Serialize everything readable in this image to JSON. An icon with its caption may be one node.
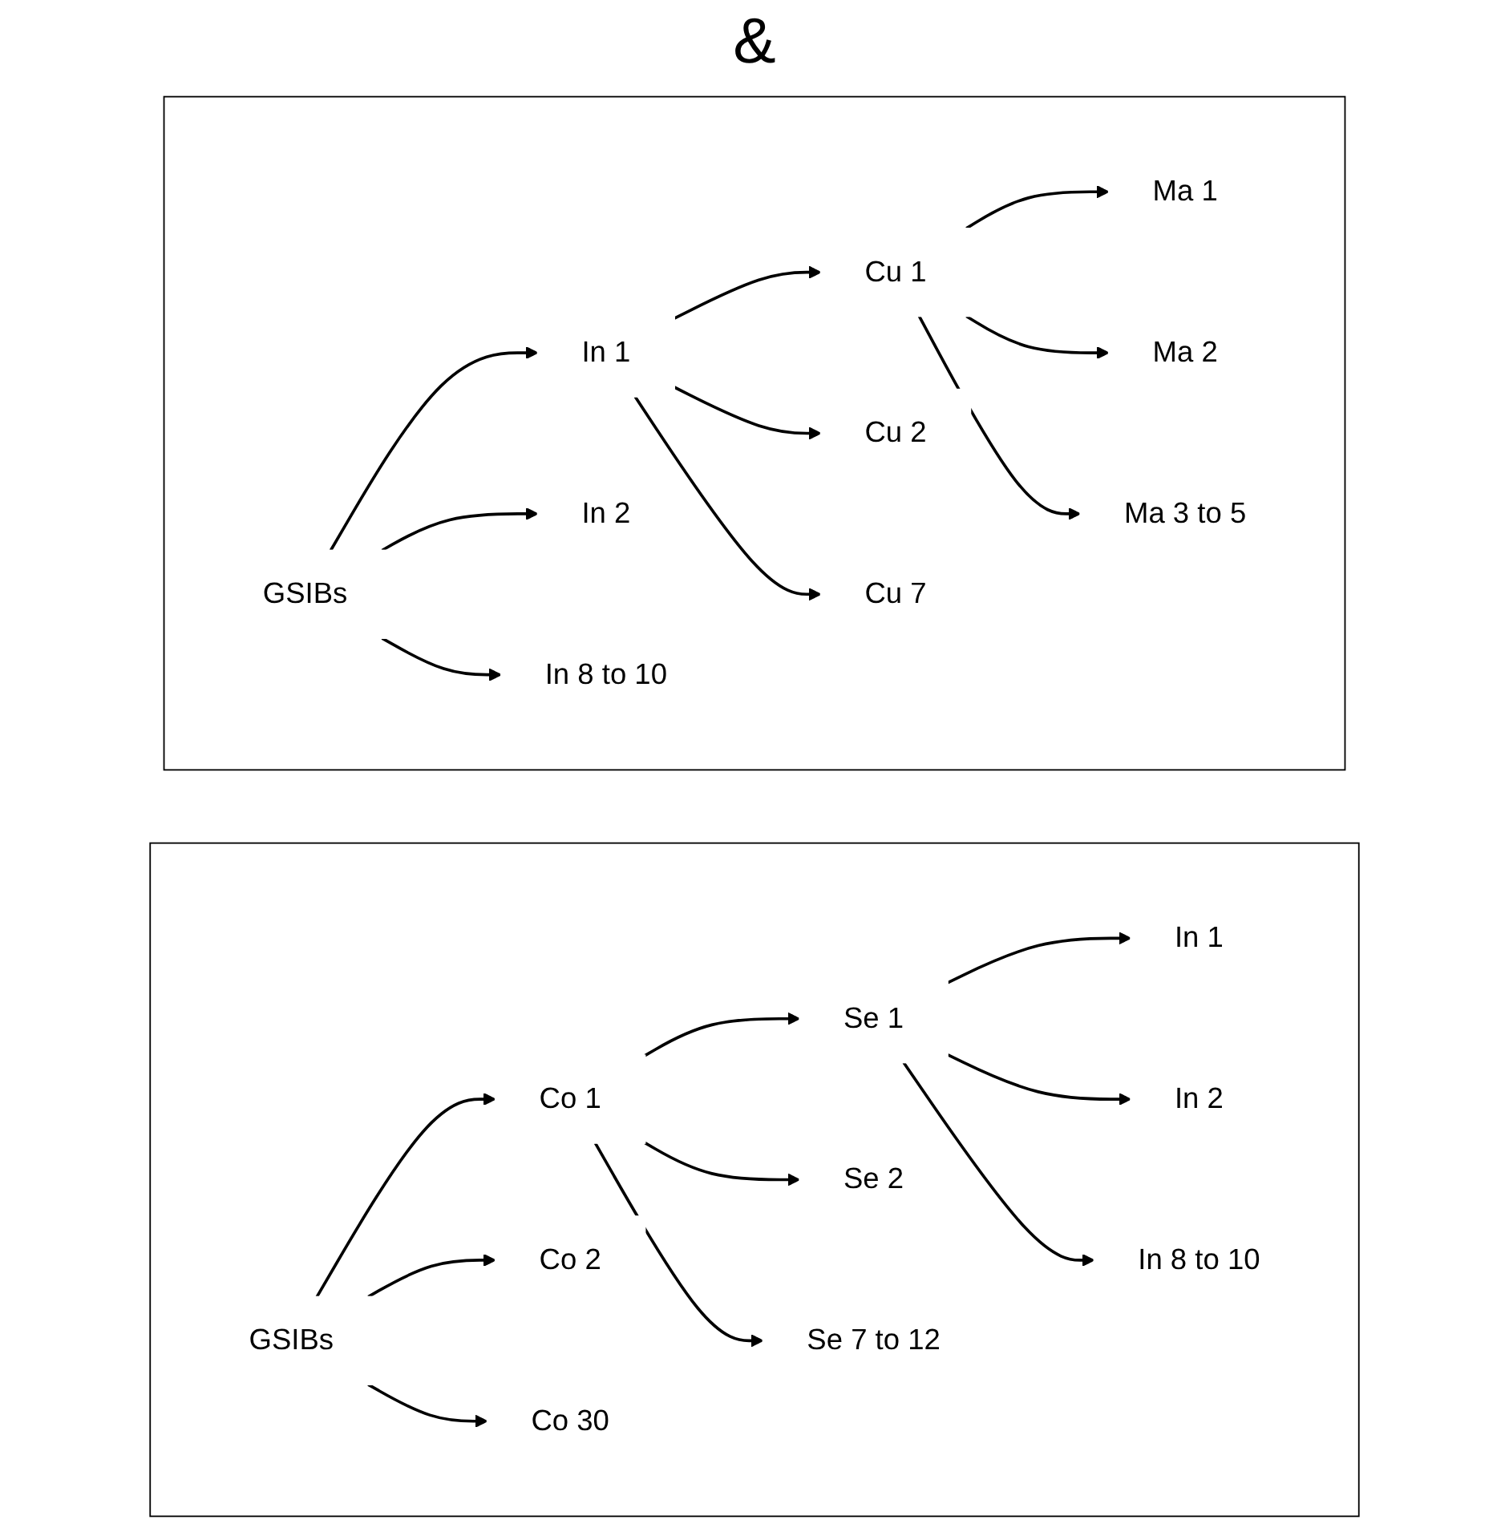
{
  "diagram": {
    "nodes": [
      {
        "text": [],
        "shape": "box"
      },
      {
        "text": [
          "GSIBs"
        ],
        "in": 0
      },
      {
        "text": [
          "Co 1"
        ],
        "in": 0
      },
      {
        "text": [
          "Co 2"
        ],
        "in": 0
      },
      {
        "text": [
          "Co 30"
        ],
        "in": 0
      },
      {
        "text": [
          "Se 1"
        ],
        "in": 0
      },
      {
        "text": [
          "Se 2"
        ],
        "in": 0
      },
      {
        "text": [
          "Se 7 to 12"
        ],
        "in": 0
      },
      {
        "text": [
          "In 1"
        ],
        "in": 0
      },
      {
        "text": [
          "In 2"
        ],
        "in": 0
      },
      {
        "text": [
          "In 8 to 10"
        ],
        "in": 0
      },
      {
        "text": [],
        "shape": "box"
      },
      {
        "text": [
          "GSIBs"
        ],
        "in": 11
      },
      {
        "text": [
          "In 1"
        ],
        "in": 11
      },
      {
        "text": [
          "In 2"
        ],
        "in": 11
      },
      {
        "text": [
          "In 8 to 10"
        ],
        "in": 11
      },
      {
        "text": [
          "Cu 1"
        ],
        "in": 11
      },
      {
        "text": [
          "Cu 2"
        ],
        "in": 11
      },
      {
        "text": [
          "Cu 7"
        ],
        "in": 11
      },
      {
        "text": [
          "Ma 1"
        ],
        "in": 11
      },
      {
        "text": [
          "Ma 2"
        ],
        "in": 11
      },
      {
        "text": [
          "Ma 3 to 5"
        ],
        "in": 11
      }
    ],
    "edges": [
      {
        "from": 1,
        "to": 2,
        "arrow": "to"
      },
      {
        "from": 1,
        "to": 3,
        "arrow": "to"
      },
      {
        "from": 1,
        "to": 4,
        "arrow": "to"
      },
      {
        "from": 2,
        "to": 5,
        "arrow": "to"
      },
      {
        "from": 2,
        "to": 6,
        "arrow": "to"
      },
      {
        "from": 2,
        "to": 7,
        "arrow": "to"
      },
      {
        "from": 5,
        "to": 8,
        "arrow": "to"
      },
      {
        "from": 5,
        "to": 9,
        "arrow": "to"
      },
      {
        "from": 5,
        "to": 10,
        "arrow": "to"
      },
      {
        "from": 12,
        "to": 13,
        "arrow": "to"
      },
      {
        "from": 12,
        "to": 14,
        "arrow": "to"
      },
      {
        "from": 12,
        "to": 15,
        "arrow": "to"
      },
      {
        "from": 13,
        "to": 16,
        "arrow": "to"
      },
      {
        "from": 13,
        "to": 17,
        "arrow": "to"
      },
      {
        "from": 13,
        "to": 18,
        "arrow": "to"
      },
      {
        "from": 16,
        "to": 19,
        "arrow": "to"
      },
      {
        "from": 16,
        "to": 20,
        "arrow": "to"
      },
      {
        "from": 16,
        "to": 21,
        "arrow": "to"
      }
    ],
    "labels": [
      "&"
    ]
  }
}
